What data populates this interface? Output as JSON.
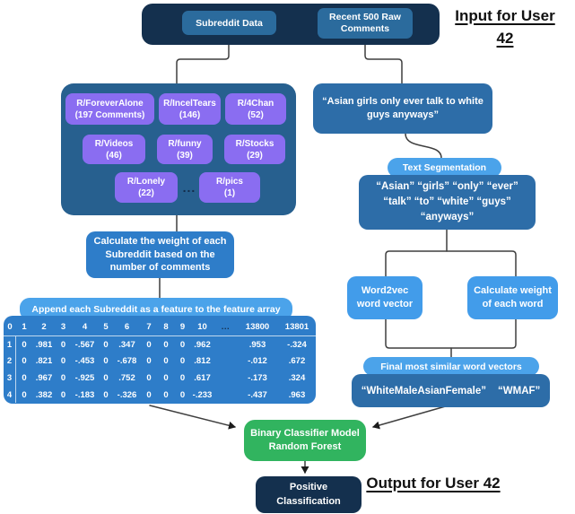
{
  "colors": {
    "navy": "#14304E",
    "header_button_blue": "#2B6B9D",
    "panel_blue": "#27608F",
    "subreddit_purple": "#8A6DF1",
    "box_blue": "#2D6DA8",
    "mid_blue": "#2E7DC9",
    "label_blue": "#4BA3EA",
    "light_blue": "#429CEA",
    "classifier_green": "#31B45F",
    "connector_line": "#3F3F3F"
  },
  "header": {
    "subreddit_data": "Subreddit Data",
    "recent_comments": "Recent 500 Raw Comments",
    "input_annotation": "Input for User 42"
  },
  "subreddit_panel": {
    "boxes": [
      {
        "name": "R/ForeverAlone",
        "count": "(197 Comments)"
      },
      {
        "name": "R/IncelTears",
        "count": "(146)"
      },
      {
        "name": "R/4Chan",
        "count": "(52)"
      },
      {
        "name": "R/Videos",
        "count": "(46)"
      },
      {
        "name": "R/funny",
        "count": "(39)"
      },
      {
        "name": "R/Stocks",
        "count": "(29)"
      },
      {
        "name": "R/Lonely",
        "count": "(22)"
      },
      {
        "name": "R/pics",
        "count": "(1)"
      }
    ],
    "ellipsis": "..."
  },
  "left_flow": {
    "calculate_weight": "Calculate the weight of each Subreddit based on the number of comments",
    "append_label": "Append each Subreddit as a feature to the feature array"
  },
  "feature_table": {
    "header": [
      "0",
      "1",
      "2",
      "3",
      "4",
      "5",
      "6",
      "7",
      "8",
      "9",
      "10",
      "...",
      "13800",
      "13801"
    ],
    "rows": [
      [
        "1",
        "0",
        ".981",
        "0",
        "-.567",
        "0",
        ".347",
        "0",
        "0",
        "0",
        ".962",
        "",
        ".953",
        "-.324"
      ],
      [
        "2",
        "0",
        ".821",
        "0",
        "-.453",
        "0",
        "-.678",
        "0",
        "0",
        "0",
        ".812",
        "",
        "-.012",
        ".672"
      ],
      [
        "3",
        "0",
        ".967",
        "0",
        "-.925",
        "0",
        ".752",
        "0",
        "0",
        "0",
        ".617",
        "",
        "-.173",
        ".324"
      ],
      [
        "4",
        "0",
        ".382",
        "0",
        "-.183",
        "0",
        "-.326",
        "0",
        "0",
        "0",
        "-.233",
        "",
        "-.437",
        ".963"
      ]
    ]
  },
  "right_flow": {
    "raw_comment": "“Asian girls only ever talk to white guys anyways”",
    "segmentation_label": "Text Segmentation",
    "segmented_words": "“Asian” “girls” “only” “ever” “talk” “to” “white” “guys” “anyways”",
    "word2vec": "Word2vec word vector",
    "calc_word_weight": "Calculate weight of each word",
    "final_label": "Final most similar word vectors",
    "final_vector_primary": "“WhiteMaleAsianFemale”",
    "final_vector_secondary": "“WMAF”"
  },
  "output": {
    "classifier": "Binary Classifier Model Random Forest",
    "result": "Positive Classification",
    "output_annotation": "Output for User 42"
  }
}
